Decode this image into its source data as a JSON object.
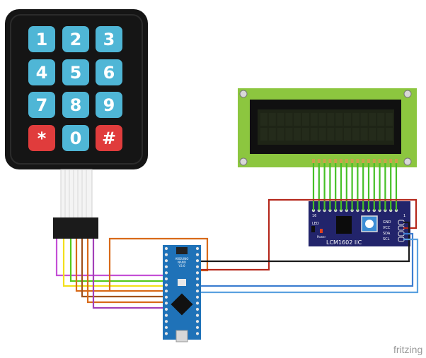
{
  "keypad": {
    "keys": [
      "1",
      "2",
      "3",
      "4",
      "5",
      "6",
      "7",
      "8",
      "9",
      "*",
      "0",
      "#"
    ],
    "colors": {
      "digit": "#4fb6d6",
      "special": "#e03c3c",
      "body": "#151515"
    }
  },
  "lcd": {
    "module_label": "LCM1602 IIC",
    "led_label": "LED",
    "power_label": "Power",
    "pin_labels": [
      "GND",
      "VCC",
      "SDA",
      "SCL"
    ],
    "pin_16_label": "16",
    "pin_1_label": "1",
    "colors": {
      "pcb": "#8cc63f",
      "screen": "#1e2416",
      "i2c_board": "#22246b"
    }
  },
  "nano": {
    "label_top": "ARDUINO",
    "label_mid": "NANO",
    "label_ver": "V3.0"
  },
  "wires": {
    "colors": {
      "red": "#b5281c",
      "black": "#1a1a1a",
      "blue": "#3c7dd0",
      "light_blue": "#5aa1e0",
      "orange": "#d86a19",
      "purple": "#c44fd6",
      "yellow": "#f2e01b",
      "green": "#55c91b",
      "brown": "#a0521c",
      "lcd_green": "#46c026"
    }
  },
  "branding": {
    "logo_text": "fritzing"
  }
}
